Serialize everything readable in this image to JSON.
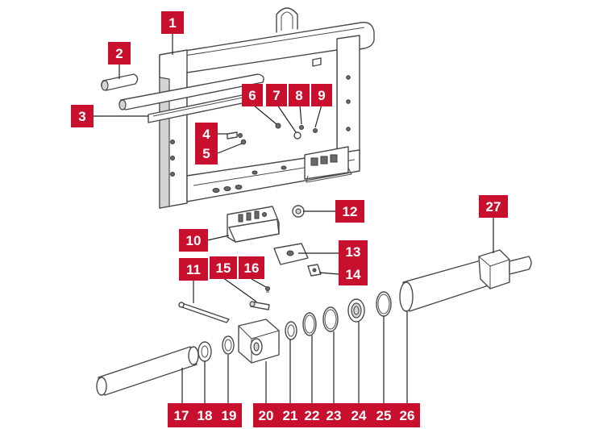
{
  "diagram": {
    "callouts": [
      "1",
      "2",
      "3",
      "4",
      "5",
      "6",
      "7",
      "8",
      "9",
      "10",
      "11",
      "12",
      "13",
      "14",
      "15",
      "16",
      "17",
      "18",
      "19",
      "20",
      "21",
      "22",
      "23",
      "24",
      "25",
      "26",
      "27"
    ],
    "colors": {
      "callout_fill": "#c8102e",
      "callout_text": "#ffffff",
      "line_art": "#4a4a4a",
      "shading": "#d4d4d4"
    }
  }
}
